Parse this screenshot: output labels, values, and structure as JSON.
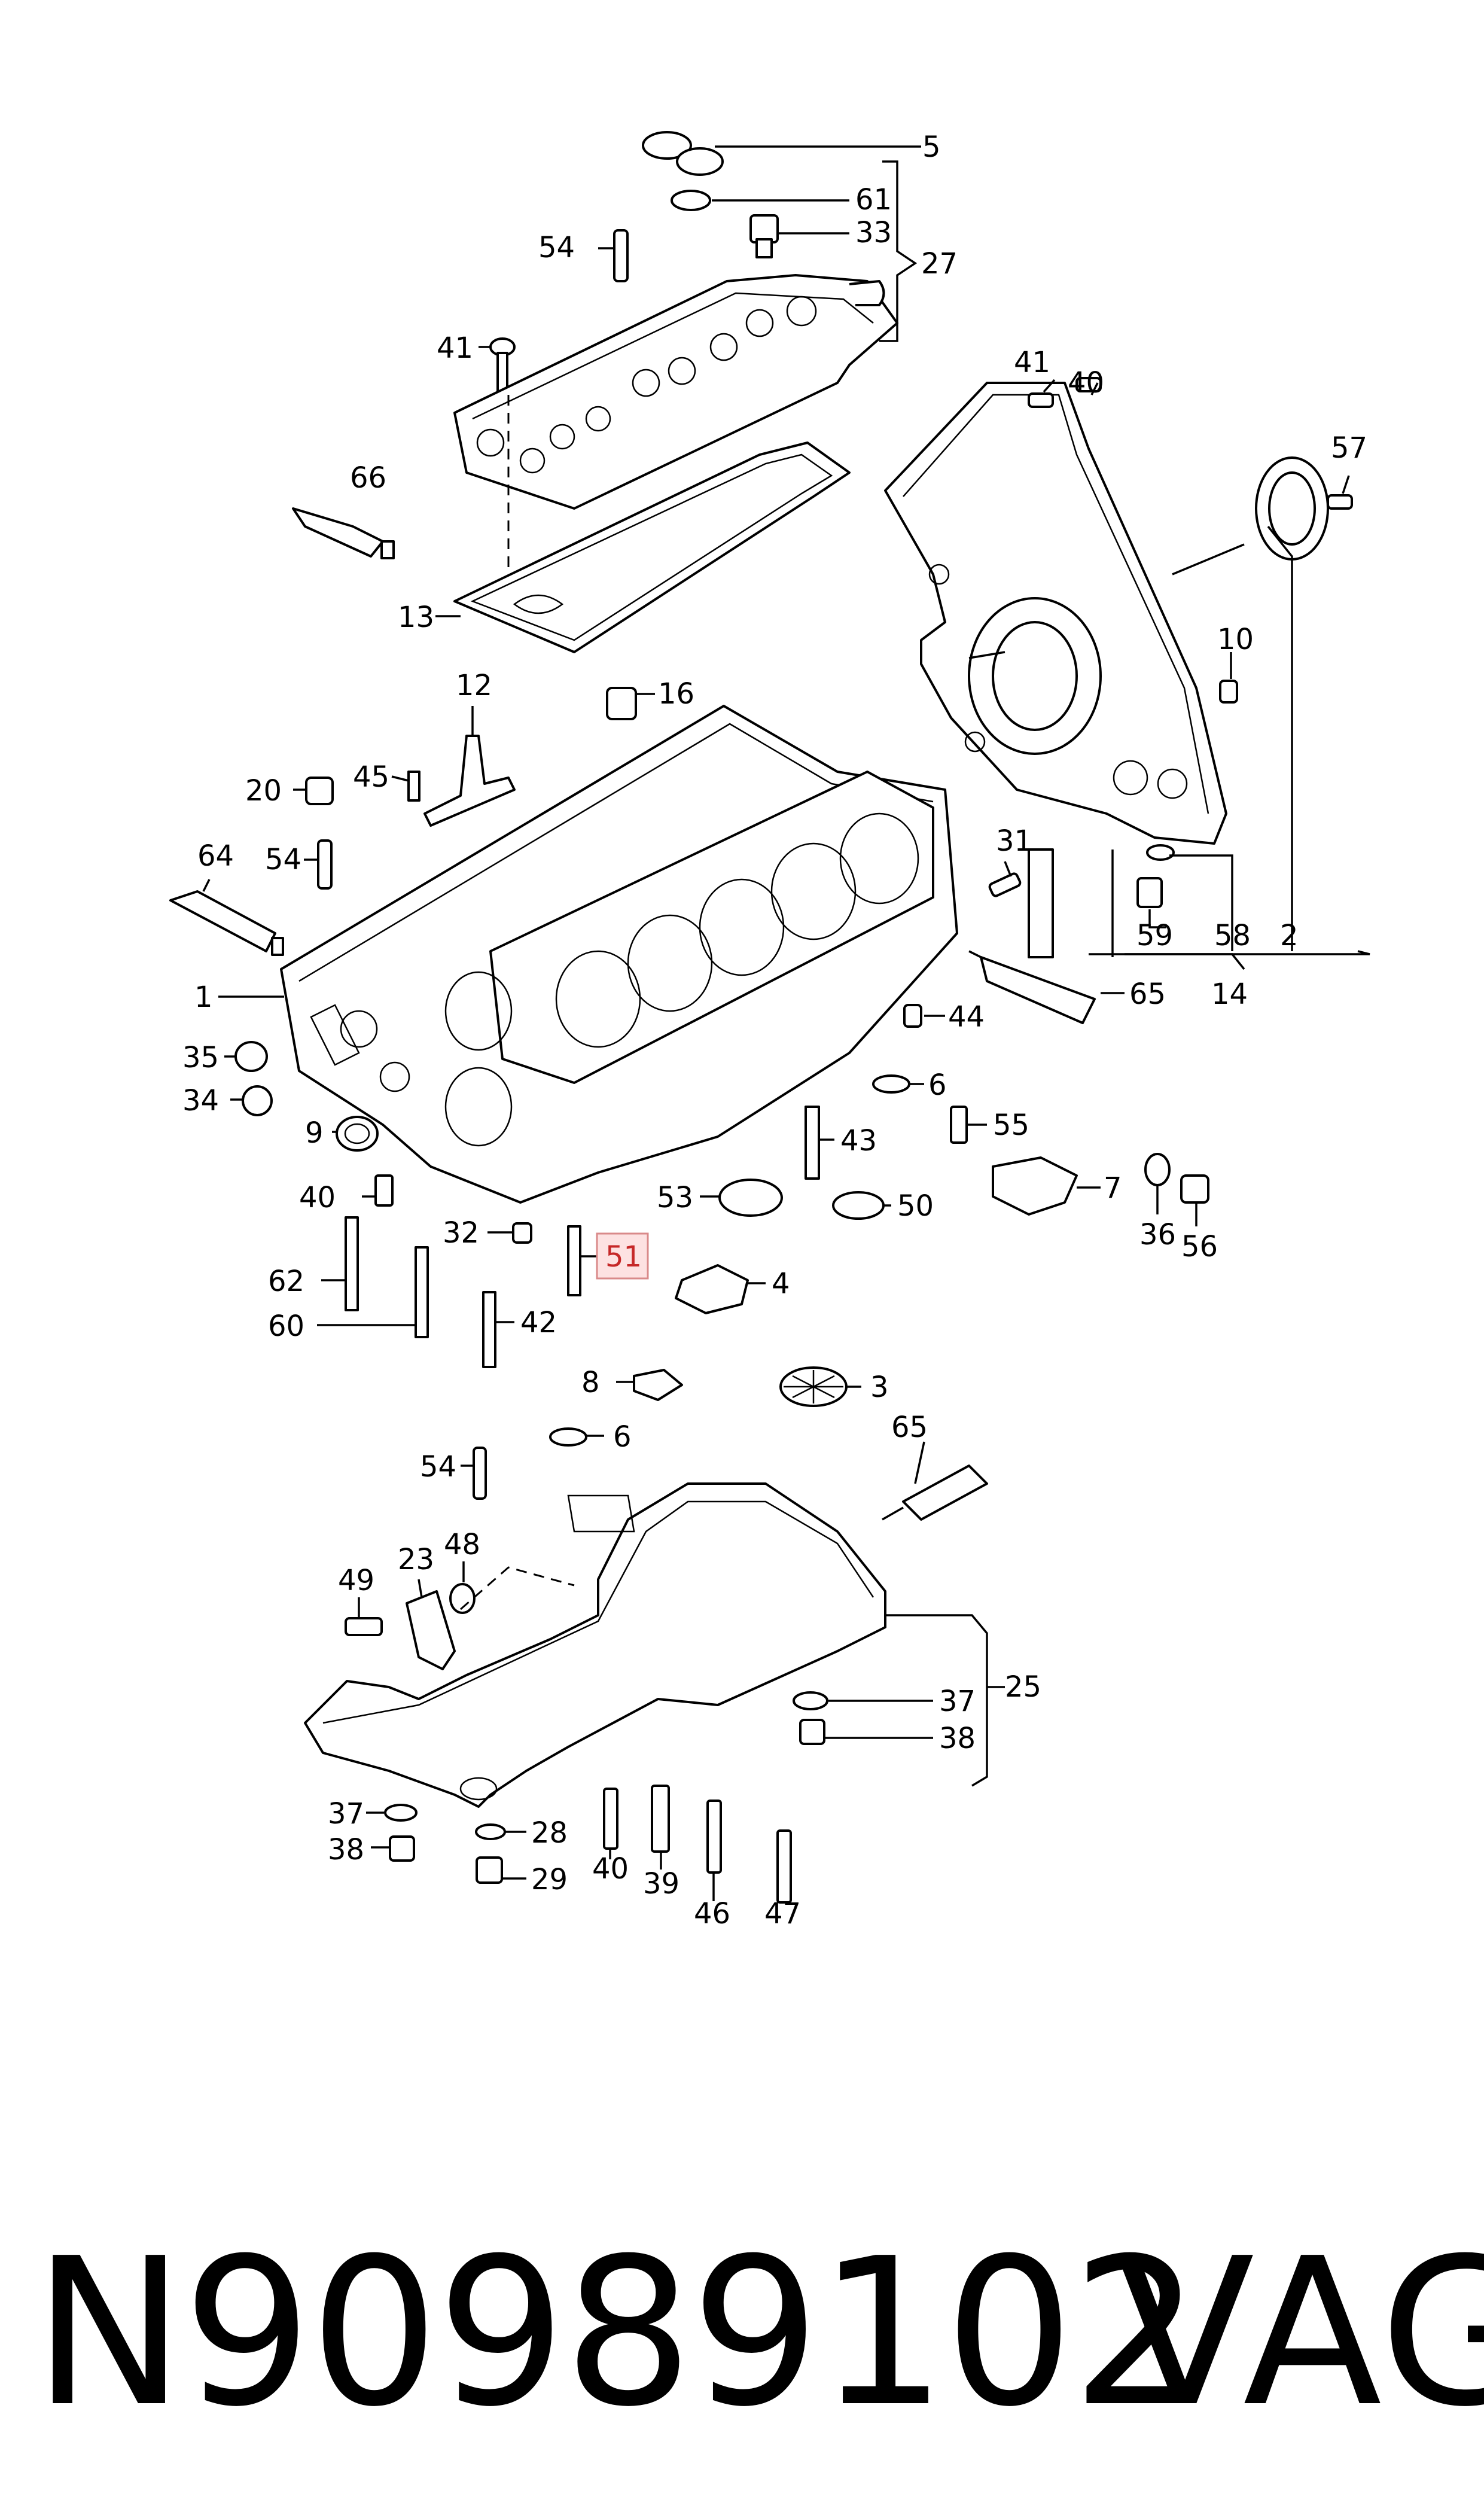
{
  "callouts": {
    "c5": "5",
    "c61": "61",
    "c33": "33",
    "c27": "27",
    "c54a": "54",
    "c41a": "41",
    "c66": "66",
    "c13": "13",
    "c41b": "41",
    "c40a": "40",
    "c57": "57",
    "c10": "10",
    "c12": "12",
    "c16": "16",
    "c20": "20",
    "c45": "45",
    "c64": "64",
    "c54b": "54",
    "c31": "31",
    "c59": "59",
    "c58": "58",
    "c2": "2",
    "c1": "1",
    "c65a": "65",
    "c14": "14",
    "c44": "44",
    "c35": "35",
    "c34": "34",
    "c6a": "6",
    "c9": "9",
    "c43": "43",
    "c55": "55",
    "c7": "7",
    "c40b": "40",
    "c53": "53",
    "c50": "50",
    "c36": "36",
    "c56": "56",
    "c32": "32",
    "c51": "51",
    "c62": "62",
    "c4": "4",
    "c60": "60",
    "c42": "42",
    "c8": "8",
    "c3": "3",
    "c6b": "6",
    "c54c": "54",
    "c65b": "65",
    "c48": "48",
    "c23": "23",
    "c49": "49",
    "c25": "25",
    "c37a": "37",
    "c38a": "38",
    "c37b": "37",
    "c28": "28",
    "c38b": "38",
    "c29": "29",
    "c40c": "40",
    "c39": "39",
    "c46": "46",
    "c47": "47"
  },
  "highlighted_callout": "51",
  "footer": {
    "part_number": "N90989102",
    "brand": "VAG"
  },
  "colors": {
    "highlight_fill": "#fde2e2",
    "highlight_stroke": "#d98a8a",
    "highlight_text": "#c62828",
    "line": "#000000"
  }
}
